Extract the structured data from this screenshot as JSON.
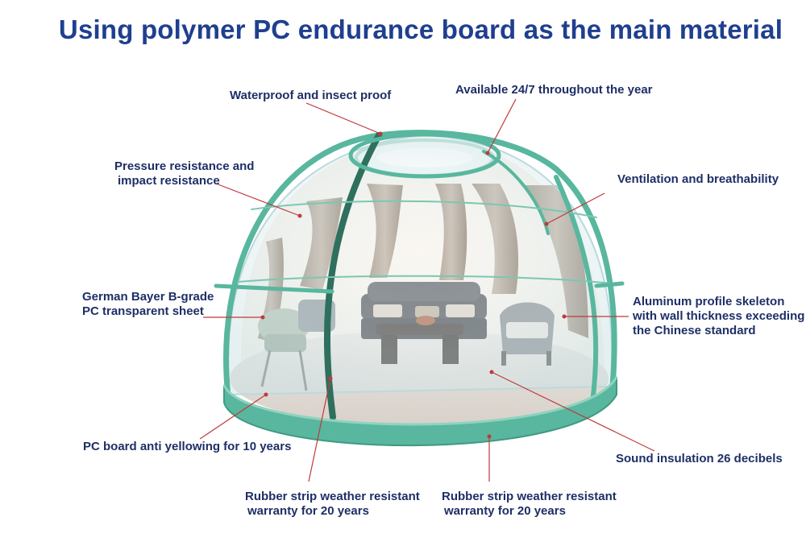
{
  "title": "Using polymer PC endurance board as the main material",
  "labels": {
    "waterproof": "Waterproof and insect proof",
    "available": "Available 24/7 throughout the year",
    "pressure": [
      "Pressure resistance and",
      "impact resistance"
    ],
    "ventilation": "Ventilation and breathability",
    "bayer": [
      "German Bayer B-grade",
      "PC transparent sheet"
    ],
    "aluminum": [
      "Aluminum profile skeleton",
      "with wall thickness exceeding",
      "the Chinese standard"
    ],
    "anti_yellow": "PC board anti yellowing for 10 years",
    "sound": "Sound insulation 26 decibels",
    "rubber_left": [
      "Rubber strip weather resistant",
      "warranty for 20 years"
    ],
    "rubber_right": [
      "Rubber strip weather resistant",
      "warranty for 20 years"
    ]
  },
  "colors": {
    "title": "#1f3f8f",
    "label": "#1e2f66",
    "leader": "#c0393b",
    "frame": "#58b79e"
  }
}
